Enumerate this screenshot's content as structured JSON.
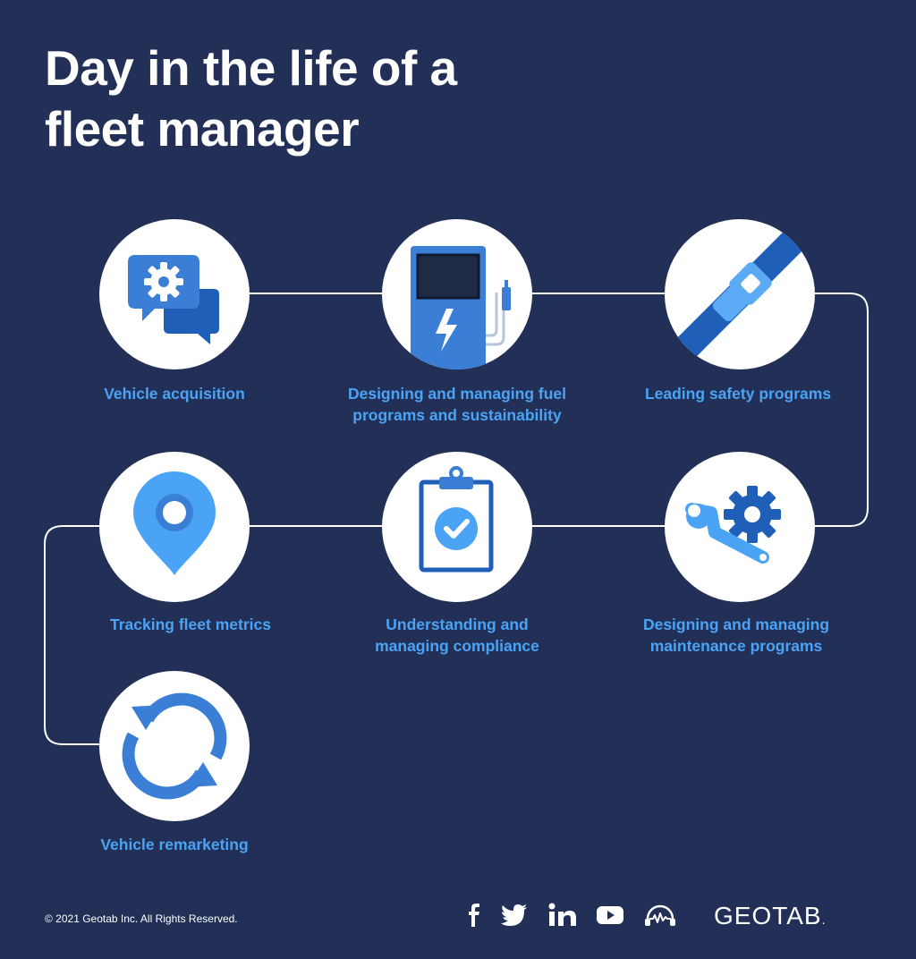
{
  "header": {
    "title_line1": "Day in the life of a",
    "title_line2": "fleet manager"
  },
  "steps": [
    {
      "label": "Vehicle acquisition",
      "icon": "chat-gear-icon"
    },
    {
      "label_line1": "Designing and managing fuel",
      "label_line2": "programs and sustainability",
      "icon": "ev-charger-icon"
    },
    {
      "label": "Leading safety programs",
      "icon": "seatbelt-icon"
    },
    {
      "label": "Tracking fleet metrics",
      "icon": "location-pin-icon"
    },
    {
      "label_line1": "Understanding and",
      "label_line2": "managing compliance",
      "icon": "clipboard-check-icon"
    },
    {
      "label_line1": "Designing and managing",
      "label_line2": "maintenance programs",
      "icon": "wrench-gear-icon"
    },
    {
      "label": "Vehicle remarketing",
      "icon": "refresh-cycle-icon"
    }
  ],
  "footer": {
    "copyright": "© 2021 Geotab Inc. All Rights Reserved.",
    "brand": "GEOTAB",
    "brand_mark": "."
  },
  "colors": {
    "background": "#223057",
    "accent": "#4aa3f5",
    "icon_blue": "#3a7fd5",
    "icon_dark": "#1f5fb8",
    "white": "#ffffff"
  }
}
